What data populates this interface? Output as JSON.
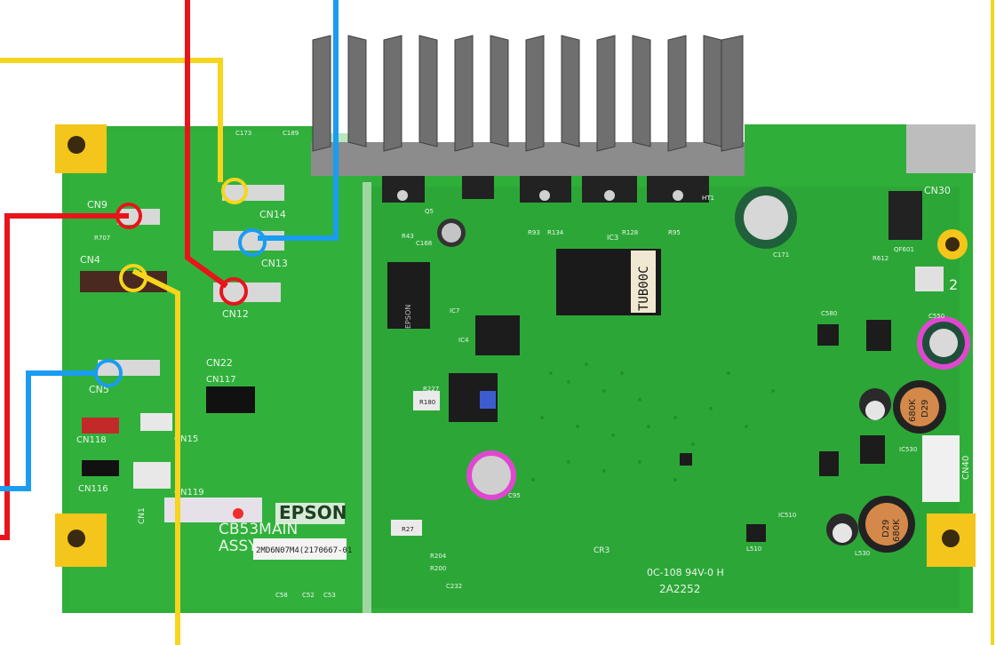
{
  "board": {
    "brand": "EPSON",
    "model": "CB53MAIN",
    "assy": "ASSY.",
    "part_number": "2MD6N07M4(2170667-01",
    "code": "2A2252",
    "ul_mark": "0C-108 94V-0 H",
    "main_ic": "TUB00C",
    "ic_marking": "EPSON",
    "slot_number": "2"
  },
  "connectors": {
    "cn9": "CN9",
    "cn14": "CN14",
    "cn13": "CN13",
    "cn12": "CN12",
    "cn4": "CN4",
    "cn22": "CN22",
    "cn5": "CN5",
    "cn117": "CN117",
    "cn118": "CN118",
    "cn116": "CN116",
    "cn15": "CN15",
    "cn119": "CN119",
    "cn1": "CN1",
    "cn30": "CN30",
    "cn40": "CN40",
    "cr3": "CR3"
  },
  "components": {
    "r707": "R707",
    "c173": "C173",
    "c189": "C189",
    "c171": "C171",
    "c550": "C550",
    "ic3": "IC3",
    "ic4": "IC4",
    "ic7": "IC7",
    "ic510": "IC510",
    "l510": "L510",
    "r227": "R227",
    "r180": "R180",
    "r27": "R27",
    "c95": "C95",
    "c168": "C168",
    "r43": "R43",
    "q5": "Q5",
    "ht1": "HT1",
    "qf601": "QF601",
    "l530": "L530",
    "ic530": "IC530",
    "c580": "C580",
    "r612": "R612",
    "r93": "R93",
    "r134": "R134",
    "r128": "R128",
    "r95": "R95",
    "inductor_a": "680K",
    "inductor_a2": "D29",
    "inductor_b": "680K",
    "inductor_b2": "D29",
    "r204": "R204",
    "r200": "R200",
    "c232": "C232",
    "c58": "C58",
    "c52": "C52",
    "c53": "C53"
  },
  "colors": {
    "pcb": "#2fae3a",
    "pcb_dark": "#1f8a2a",
    "pad_yellow": "#f4c51a",
    "wire_red": "#e8141b",
    "wire_blue": "#1a9cf0",
    "wire_yellow": "#f6d51c",
    "heatsink": "#7a7a7a"
  }
}
